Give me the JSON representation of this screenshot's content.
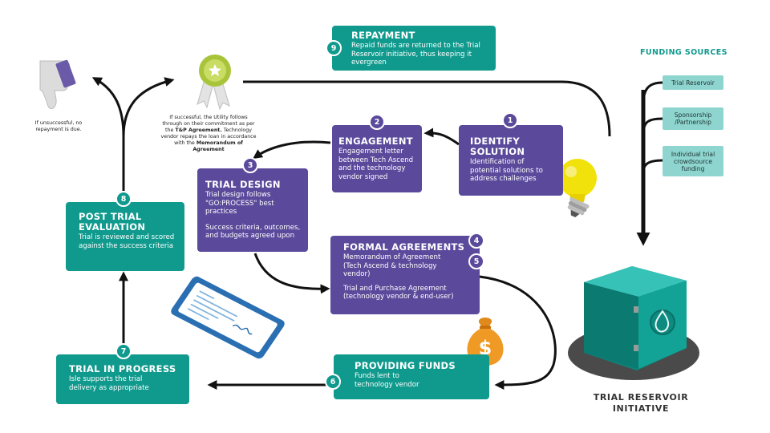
{
  "steps": {
    "repayment": {
      "num": "9",
      "title": "REPAYMENT",
      "desc": "Repaid funds are returned to the Trial Reservoir initiative, thus keeping it evergreen"
    },
    "identify": {
      "num": "1",
      "title_1": "IDENTIFY",
      "title_2": "SOLUTION",
      "desc": "Identification of potential solutions to address challenges"
    },
    "engagement": {
      "num": "2",
      "title": "ENGAGEMENT",
      "desc": "Engagement letter between Tech Ascend and the technology vendor signed"
    },
    "design": {
      "num": "3",
      "title": "TRIAL DESIGN",
      "desc": "Trial design follows \"GO:PROCESS\" best practices",
      "desc2": "Success criteria, outcomes, and budgets agreed upon"
    },
    "agreements": {
      "num_a": "4",
      "num_b": "5",
      "title": "FORMAL AGREEMENTS",
      "desc": "Memorandum of Agreement (Tech Ascend & technology vendor)",
      "desc2": "Trial and Purchase Agreement (technology vendor & end-user)"
    },
    "funds": {
      "num": "6",
      "title": "PROVIDING FUNDS",
      "desc": "Funds lent to technology vendor"
    },
    "progress": {
      "num": "7",
      "title": "TRIAL IN PROGRESS",
      "desc": "Isle supports the  trial delivery as appropriate"
    },
    "post": {
      "num": "8",
      "title_1": "POST TRIAL",
      "title_2": "EVALUATION",
      "desc": "Trial is reviewed and scored against the success criteria"
    }
  },
  "funding": {
    "label": "FUNDING SOURCES",
    "sources": [
      "Trial Reservoir",
      "Sponsorship /Partnership",
      "Individual trial crowdsource funding"
    ]
  },
  "notes": {
    "unsuccessful": "If unsuccessful, no repayment is due.",
    "successful_1": "If successful, the Utility follows through on their commitment as per the ",
    "successful_b1": "T&P Agreement.",
    "successful_2": " Technology vendor repays the loan in accordance with the ",
    "successful_b2": "Memorandum of Agreement"
  },
  "reservoir": {
    "line1": "TRIAL RESERVOIR",
    "line2": "INITIATIVE"
  },
  "colors": {
    "teal": "#109a8d",
    "purple": "#5b4a9b",
    "light_teal": "#8fd5cf",
    "dark": "#111111"
  },
  "icons": [
    "thumbs-down-icon",
    "award-ribbon-icon",
    "lightbulb-icon",
    "document-clipboard-icon",
    "money-bag-icon",
    "safe-vault-icon"
  ]
}
